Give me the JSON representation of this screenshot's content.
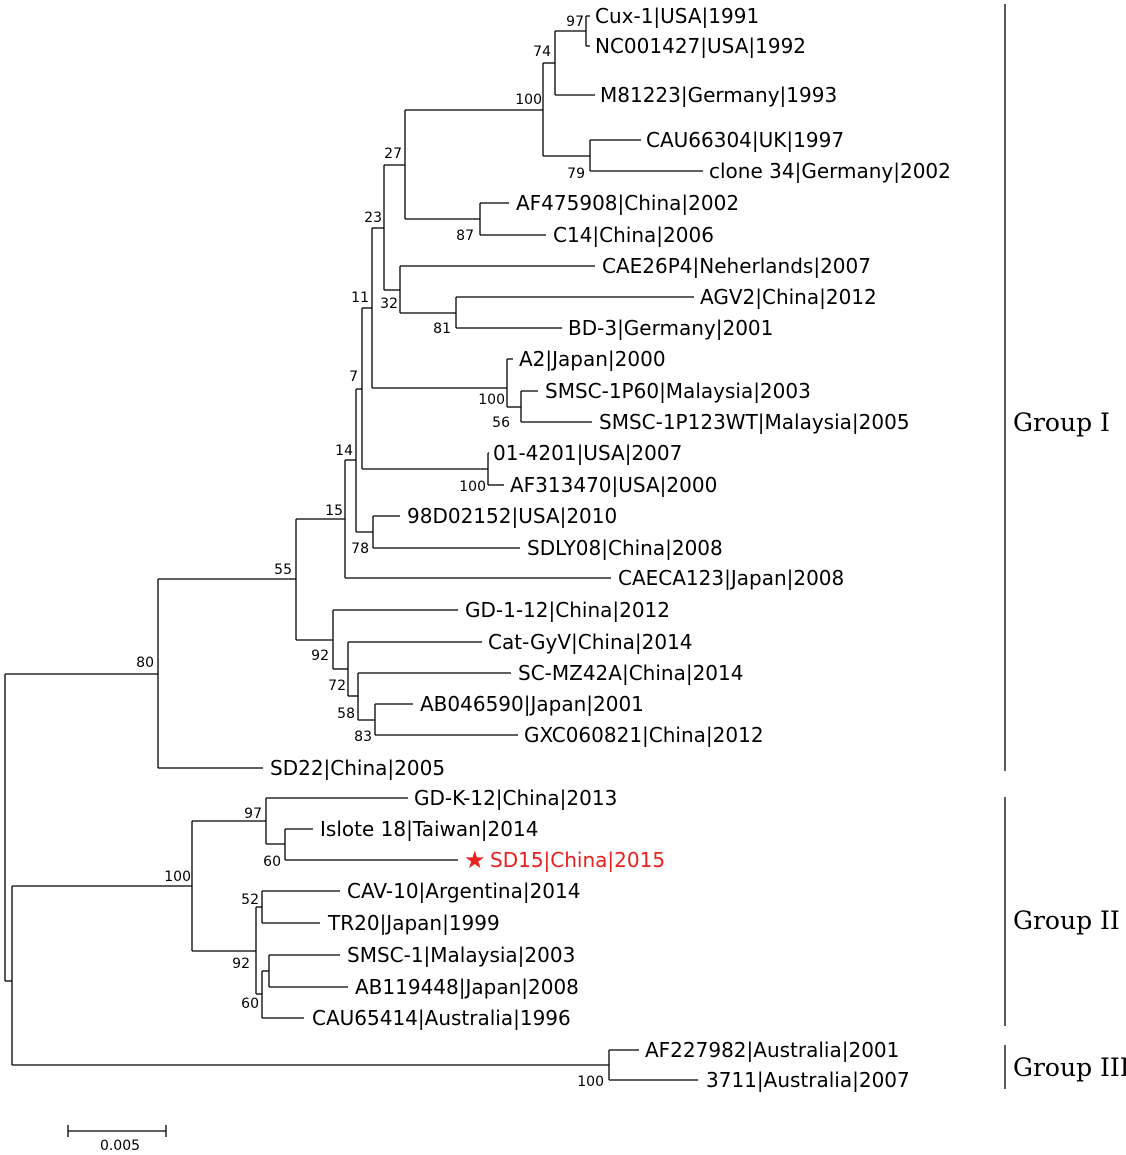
{
  "tree": {
    "taxa": [
      "Cux-1|USA|1991",
      "NC001427|USA|1992",
      "M81223|Germany|1993",
      "CAU66304|UK|1997",
      "clone 34|Germany|2002",
      "AF475908|China|2002",
      "C14|China|2006",
      "CAE26P4|Neherlands|2007",
      "AGV2|China|2012",
      "BD-3|Germany|2001",
      "A2|Japan|2000",
      "SMSC-1P60|Malaysia|2003",
      "SMSC-1P123WT|Malaysia|2005",
      "01-4201|USA|2007",
      "AF313470|USA|2000",
      "98D02152|USA|2010",
      "SDLY08|China|2008",
      "CAECA123|Japan|2008",
      "GD-1-12|China|2012",
      "Cat-GyV|China|2014",
      "SC-MZ42A|China|2014",
      "AB046590|Japan|2001",
      "GXC060821|China|2012",
      "SD22|China|2005",
      "GD-K-12|China|2013",
      "Islote 18|Taiwan|2014",
      "SD15|China|2015",
      "CAV-10|Argentina|2014",
      "TR20|Japan|1999",
      "SMSC-1|Malaysia|2003",
      "AB119448|Japan|2008",
      "CAU65414|Australia|1996",
      "AF227982|Australia|2001",
      "3711|Australia|2007"
    ],
    "highlight_taxon": "SD15|China|2015",
    "highlight_color": "#e8201e",
    "highlight_icon": "star-icon",
    "bootstrap": {
      "cux_nc": "97",
      "cux_m812": "74",
      "cux_cau": "100",
      "cau_clone": "79",
      "us_clade": "27",
      "af4_c14": "87",
      "inner23": "23",
      "cae_agv": "32",
      "agv_bd3": "81",
      "inner11": "11",
      "a2_smsc": "100",
      "smsc_p60": "56",
      "inner7": "7",
      "usa2": "100",
      "inner14": "14",
      "sdly": "78",
      "inner15": "15",
      "g1_root": "55",
      "gd_clade": "92",
      "cat_sc": "72",
      "sc_ab": "58",
      "ab_gxc": "83",
      "group1": "80",
      "gdk_clade": "97",
      "islote_sd15": "60",
      "group2": "100",
      "cav_tr20": "52",
      "smsc_ab": "92",
      "ab_cau": "60",
      "group3": "100"
    },
    "groups": [
      "Group I",
      "Group II",
      "Group III"
    ],
    "scale": "0.005"
  }
}
